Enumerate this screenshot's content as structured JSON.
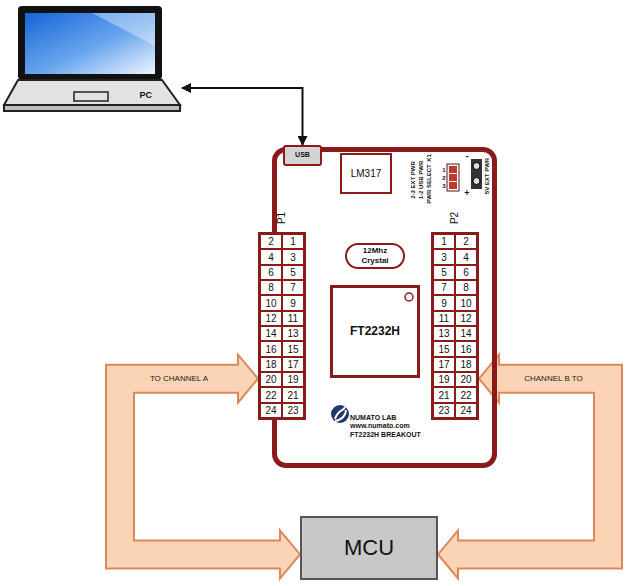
{
  "diagram": {
    "nodes": [
      {
        "text": [
          "PC"
        ]
      },
      {
        "text": [
          "NUMATO LAB www.numato.com FT2232H BREAKOUT"
        ]
      },
      {
        "text": [
          "USB"
        ],
        "in": 1
      },
      {
        "text": [
          "LM317"
        ],
        "in": 1
      },
      {
        "text": [
          "12Mhz Crystal"
        ],
        "in": 1
      },
      {
        "text": [
          "FT2232H"
        ],
        "in": 1
      },
      {
        "text": [
          "P1"
        ],
        "in": 1
      },
      {
        "text": [
          "P2"
        ],
        "in": 1
      },
      {
        "text": [
          "MCU"
        ]
      }
    ],
    "edges": [
      {
        "from": 0,
        "to": 2,
        "arrow": "both"
      },
      {
        "from": 8,
        "to": 6,
        "label": "TO CHANNEL A",
        "arrow": "both"
      },
      {
        "from": 8,
        "to": 7,
        "label": "CHANNEL B TO",
        "arrow": "both"
      }
    ],
    "labels": [
      "2",
      "1",
      "4",
      "3",
      "6",
      "5",
      "8",
      "7",
      "10",
      "9",
      "12",
      "11",
      "14",
      "13",
      "16",
      "15",
      "18",
      "17",
      "20",
      "19",
      "22",
      "21",
      "24",
      "23",
      "1",
      "2",
      "3",
      "4",
      "5",
      "6",
      "7",
      "8",
      "9",
      "10",
      "11",
      "12",
      "13",
      "14",
      "15",
      "16",
      "17",
      "18",
      "19",
      "20",
      "21",
      "22",
      "23",
      "24",
      "K1",
      "PWR SELECT",
      "1-2 USB PWR",
      "2-3 EXT PWR",
      "1",
      "2",
      "3",
      "-",
      "+",
      "5V EXT PWR"
    ]
  }
}
